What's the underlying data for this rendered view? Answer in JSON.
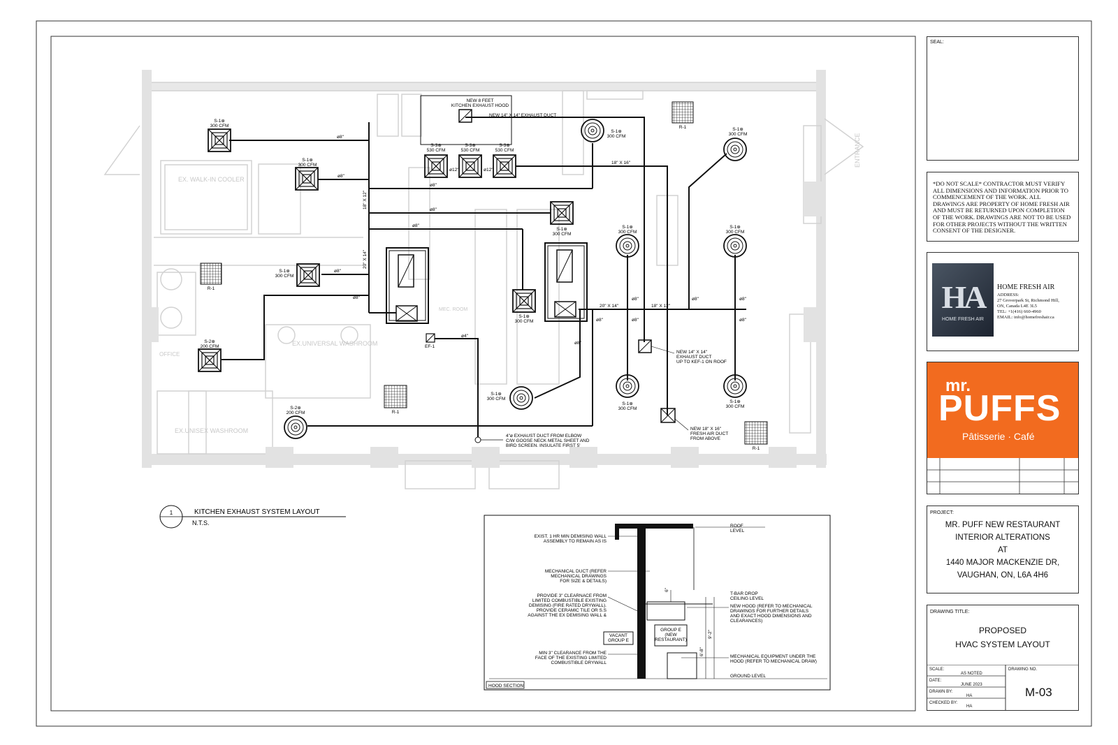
{
  "floor_plan": {
    "rooms": {
      "walkin_cooler": "EX. WALK-IN COOLER",
      "universal_washroom": "EX.UNIVERSAL WASHROOM",
      "unisex_washroom": "EX.UNISEX WASHROOM",
      "office": "OFFICE",
      "mech_room": "MEC. ROOM",
      "entrance": "ENTRANCE"
    },
    "hood": {
      "line1": "NEW 8 FEET",
      "line2": "KITCHEN EXHAUST HOOD",
      "duct": "NEW 14\" X 14\" EXHAUST DUCT"
    },
    "supply_diffusers": [
      {
        "tag": "S-1⊕",
        "cfm": "300 CFM"
      },
      {
        "tag": "S-1⊕",
        "cfm": "300 CFM"
      },
      {
        "tag": "S-1⊕",
        "cfm": "300 CFM"
      },
      {
        "tag": "S-2⊕",
        "cfm": "200 CFM"
      },
      {
        "tag": "S-2⊕",
        "cfm": "200 CFM"
      },
      {
        "tag": "S-3⊕",
        "cfm": "530 CFM"
      },
      {
        "tag": "S-3⊕",
        "cfm": "530 CFM"
      },
      {
        "tag": "S-3⊕",
        "cfm": "530 CFM"
      },
      {
        "tag": "S-1⊕",
        "cfm": "300 CFM"
      },
      {
        "tag": "S-1⊕",
        "cfm": "300 CFM"
      },
      {
        "tag": "S-1⊕",
        "cfm": "300 CFM"
      },
      {
        "tag": "S-1⊕",
        "cfm": "300 CFM"
      },
      {
        "tag": "S-1⊕",
        "cfm": "300 CFM"
      },
      {
        "tag": "S-1⊕",
        "cfm": "300 CFM"
      },
      {
        "tag": "S-1⊕",
        "cfm": "300 CFM"
      },
      {
        "tag": "S-1⊕",
        "cfm": "300 CFM"
      },
      {
        "tag": "S-1⊕",
        "cfm": "300 CFM"
      }
    ],
    "returns": [
      "R-1",
      "R-1",
      "R-1",
      "R-1"
    ],
    "ef": "EF-1",
    "duct_sizes": {
      "d8": "ø8\"",
      "d12": "ø12\"",
      "d4": "ø4\"",
      "main1": "18\" X 16\"",
      "main2": "18\" X 12\"",
      "main3": "20\" X 14\"",
      "vert1": "18\" X 12\"",
      "vert2": "20\" X 14\""
    },
    "notes": {
      "exhaust": [
        "NEW 14\" X 14\"",
        "EXHAUST DUCT",
        "UP TO KEF-1 ON ROOF"
      ],
      "fresh_air": [
        "NEW 18\" X 16\"",
        "FRESH AIR DUCT",
        "FROM ABOVE"
      ],
      "elbow": [
        "4\"ø EXHAUST DUCT FROM ELBOW",
        "C/W GOOSE NECK METAL SHEET AND",
        "BIRD SCREEN. INSULATE FIRST 5'"
      ]
    }
  },
  "plan_title": {
    "number": "1",
    "title": "KITCHEN EXHAUST SYSTEM LAYOUT",
    "scale": "N.T.S."
  },
  "hood_section": {
    "label": "HOOD SECTION",
    "roof_level": [
      "ROOF",
      "LEVEL"
    ],
    "ceiling": [
      "T-BAR DROP",
      "CEILING LEVEL"
    ],
    "ground": "GROUND LEVEL",
    "vacant": [
      "VACANT",
      "GROUP E"
    ],
    "group_e": [
      "GROUP E",
      "(NEW",
      "RESTAURANT)"
    ],
    "dim_6": "6\"",
    "dim_98": "9'-2\"",
    "dim_68": "6'-8\"",
    "left_notes": [
      [
        "EXIST. 1 HR MIN DEMISING WALL",
        "ASSEMBLY TO REMAIN AS IS"
      ],
      [
        "MECHANICAL DUCT (REFER",
        "MECHANICAL DRAWINGS",
        "FOR SIZE & DETAILS)"
      ],
      [
        "PROVIDE 3\" CLEARNACE FROM",
        "LIMITED COMBUSTIBLE EXISTING",
        "DEMISING (FIRE RATED DRYWALL).",
        "PROVIDE CERAMIC TILE OR S.S",
        "AGAINST THE EX DEMISING WALL &"
      ],
      [
        "MIN 3\" CLEARANCE FROM THE",
        "FACE OF THE EXISTING LIMITED",
        "COMBUSTIBLE DRYWALL"
      ]
    ],
    "right_notes": [
      [
        "NEW HOOD (REFER TO MECHANICAL",
        "DRAWINGS FOR FURTHER DETAILS",
        "AND EXACT HOOD DIMENSIONS AND",
        "CLEARANCES)"
      ],
      [
        "MECHANICAL EQUIPMENT UNDER THE",
        "HOOD (REFER TO MECHANICAL DRAW)"
      ]
    ]
  },
  "title_block": {
    "seal_label": "SEAL:",
    "note": "*DO NOT SCALE* CONTRACTOR MUST VERIFY ALL DIMENSIONS AND INFORMATION PRIOR TO COMMENCEMENT OF THE WORK. ALL DRAWINGS ARE PROPERTY OF HOME FRESH AIR AND MUST BE RETURNED UPON COMPLETION OF THE WORK. DRAWINGS ARE NOT TO BE USED FOR OTHER PROJECTS WITHOUT THE WRITTEN CONSENT OF THE DESIGNER.",
    "company": {
      "name": "HOME FRESH AIR",
      "address_label": "ADDRESS:",
      "address1": "27 Groverpark St, Richmond Hill,",
      "address2": "ON, Canada L4E 3L5",
      "tel": "TEL: +1(416) 660-4960",
      "email": "EMAIL: info@homefreshair.ca",
      "logo_text": "HOME FRESH AIR"
    },
    "client_logo": {
      "line1": "mr.",
      "line2": "PUFFS",
      "line3": "Pâtisserie · Café"
    },
    "project_label": "PROJECT:",
    "project_lines": [
      "MR. PUFF NEW RESTAURANT",
      "INTERIOR ALTERATIONS",
      "AT",
      "1440 MAJOR MACKENZIE DR,",
      "VAUGHAN, ON, L6A 4H6"
    ],
    "drawing_title_label": "DRAWING TITLE:",
    "drawing_title_lines": [
      "PROPOSED",
      "HVAC SYSTEM LAYOUT"
    ],
    "scale_label": "SCALE:",
    "scale": "AS NOTED",
    "date_label": "DATE:",
    "date": "JUNE 2023",
    "drawn_label": "DRAWN BY:",
    "drawn": "HA",
    "checked_label": "CHECKED BY:",
    "checked": "HA",
    "drawing_no_label": "DRAWING NO.",
    "drawing_no": "M-03"
  },
  "colors": {
    "line": "#111111",
    "faded": "#cfcfcf",
    "puffs_orange": "#f26b1f"
  }
}
